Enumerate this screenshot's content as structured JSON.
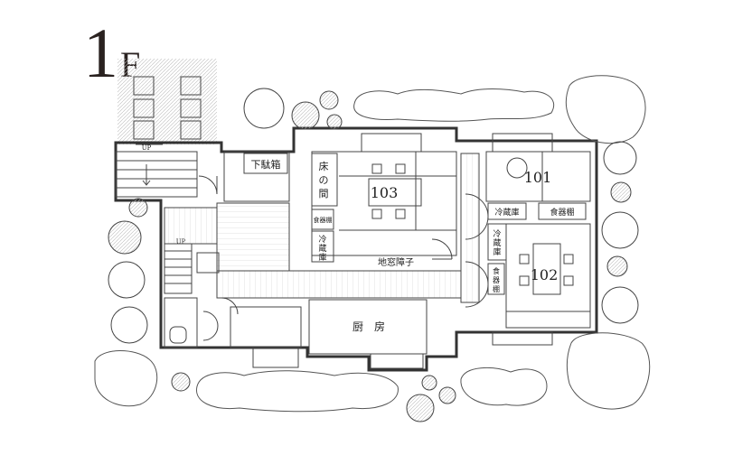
{
  "floor": {
    "number": "1",
    "unit": "F"
  },
  "rooms": {
    "r101": "101",
    "r102": "102",
    "r103": "103"
  },
  "labels": {
    "shoe_cabinet": "下駄箱",
    "tokonoma": [
      "床",
      "の",
      "間"
    ],
    "dish_shelf_103": "食器棚",
    "fridge_103": [
      "冷",
      "蔵",
      "庫"
    ],
    "shoji": "地窓障子",
    "kitchen": "厨　房",
    "fridge_101": "冷蔵庫",
    "dish_shelf_101": "食器棚",
    "fridge_102": [
      "冷",
      "蔵",
      "庫"
    ],
    "dish_shelf_102": [
      "食",
      "器",
      "棚"
    ],
    "up_mark_1": "UP",
    "up_mark_2": "UP"
  },
  "colors": {
    "line": "#333333",
    "text": "#222222",
    "title": "#2a2220"
  }
}
